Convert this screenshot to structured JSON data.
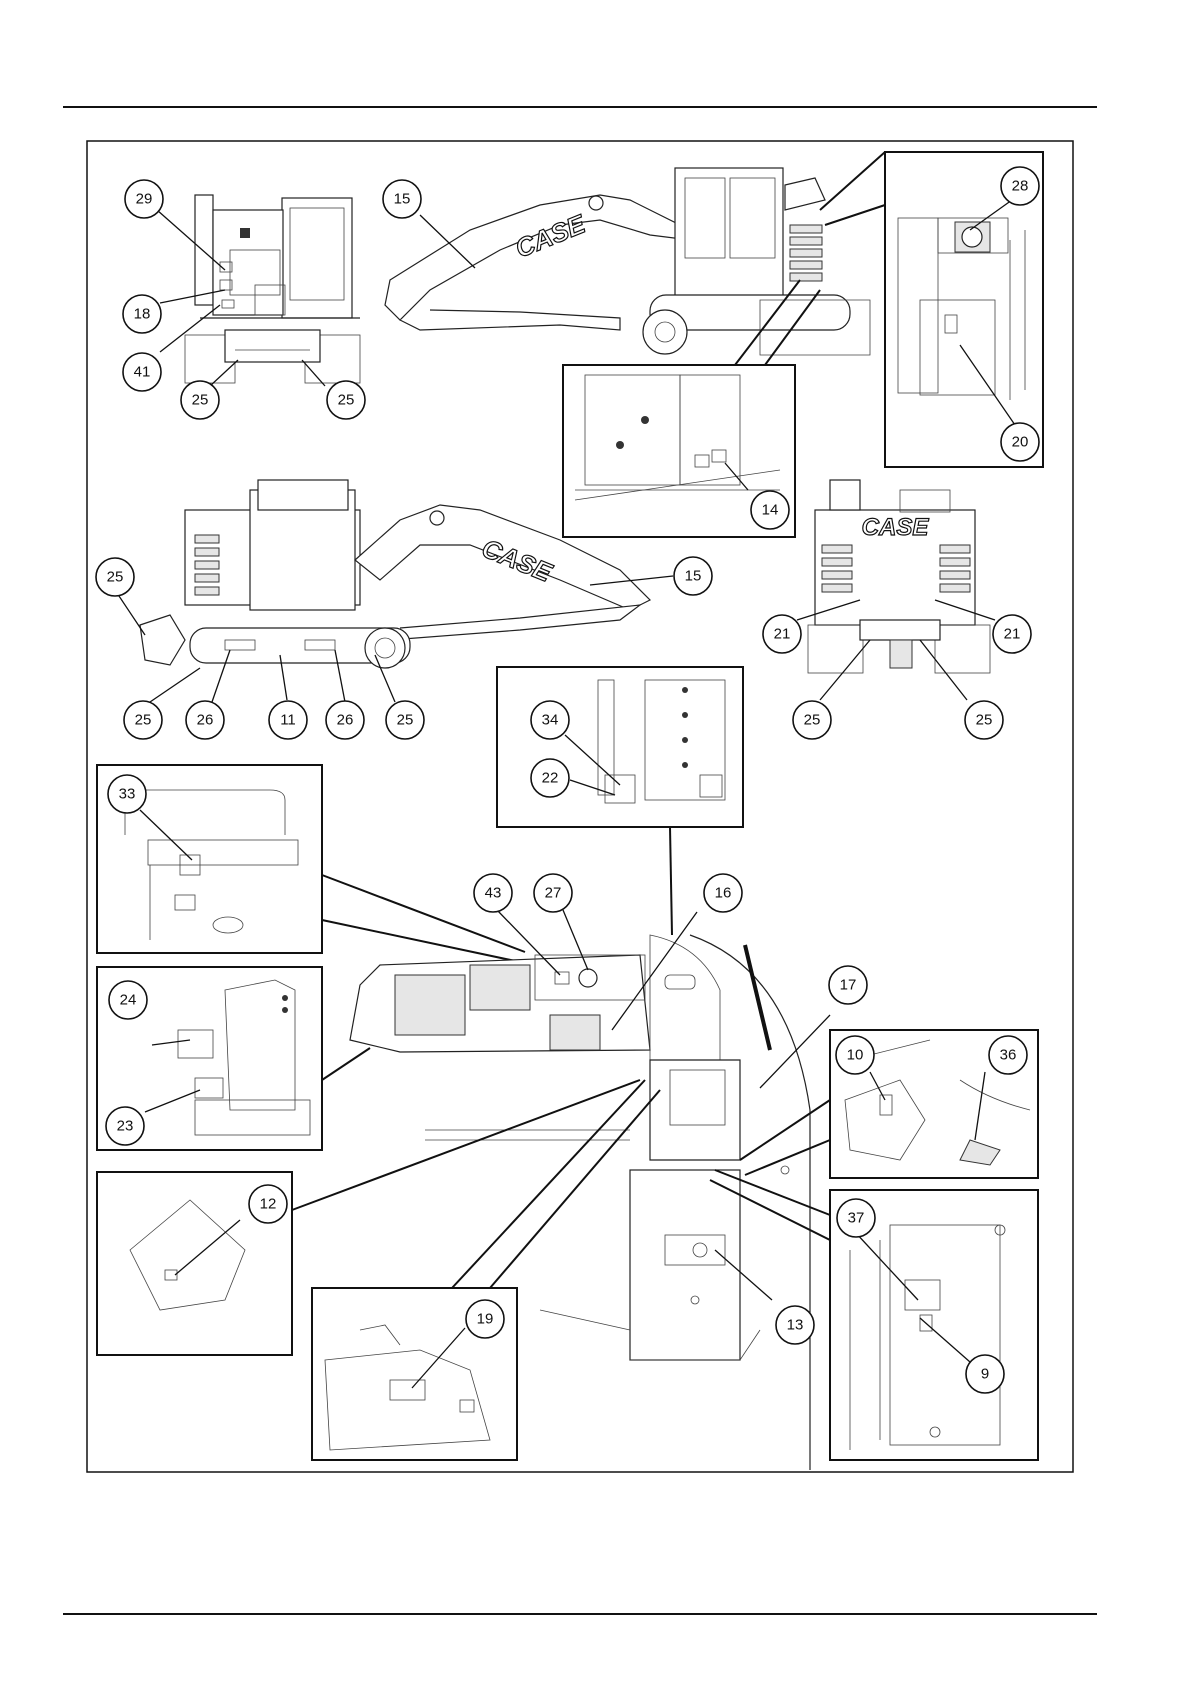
{
  "brand": "CASE",
  "callouts": {
    "c29": "29",
    "c18": "18",
    "c41": "41",
    "c25a": "25",
    "c25b": "25",
    "c15a": "15",
    "c28": "28",
    "c20": "20",
    "c14": "14",
    "c25c": "25",
    "c15b": "15",
    "c25d": "25",
    "c26a": "26",
    "c11": "11",
    "c26b": "26",
    "c25e": "25",
    "c21a": "21",
    "c21b": "21",
    "c25f": "25",
    "c25g": "25",
    "c34": "34",
    "c22": "22",
    "c33": "33",
    "c43": "43",
    "c27": "27",
    "c16": "16",
    "c24": "24",
    "c23": "23",
    "c17": "17",
    "c10": "10",
    "c36": "36",
    "c12": "12",
    "c37": "37",
    "c9": "9",
    "c19": "19",
    "c13": "13"
  }
}
